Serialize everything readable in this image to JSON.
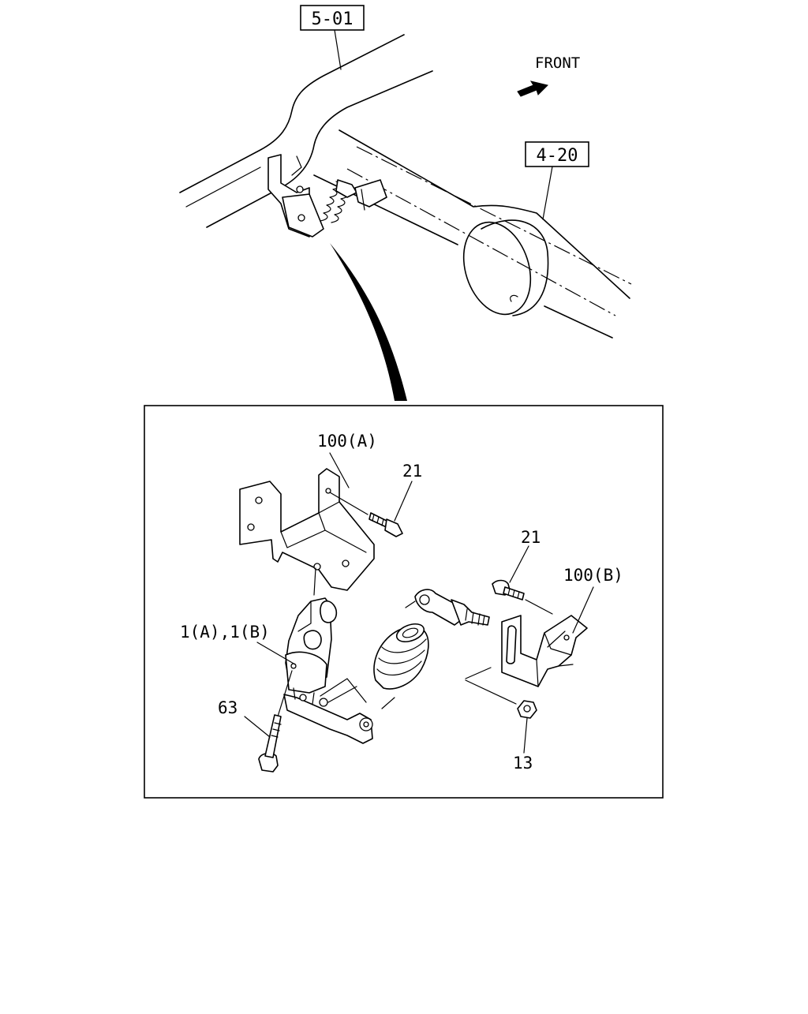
{
  "references": {
    "frame_ref": "5-01",
    "axle_ref": "4-20"
  },
  "direction_label": "FRONT",
  "callouts": {
    "bracket_a": "100(A)",
    "bracket_b": "100(B)",
    "bolt_top": "21",
    "bolt_right": "21",
    "sensor": "1(A),1(B)",
    "long_bolt": "63",
    "nut": "13"
  }
}
